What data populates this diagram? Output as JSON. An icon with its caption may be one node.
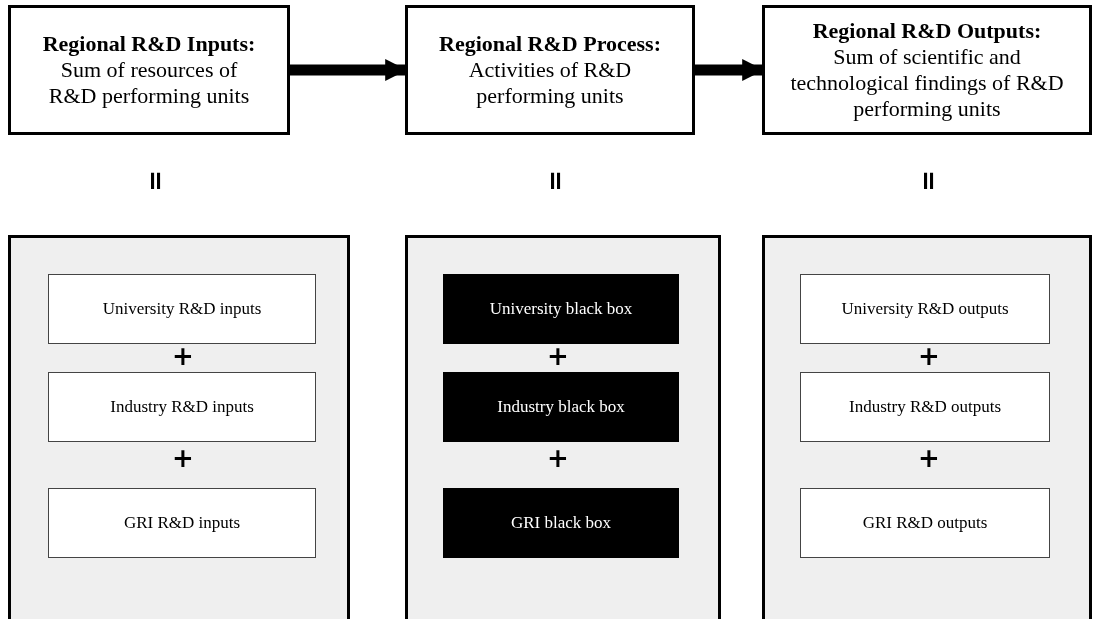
{
  "diagram": {
    "nodes": [
      {
        "text": [
          "Regional R&D Inputs:",
          "Sum of resources of R&D performing units"
        ]
      },
      {
        "text": [
          "Regional R&D Process:",
          "Activities of R&D performing units"
        ]
      },
      {
        "text": [
          "Regional R&D Outputs:",
          "Sum of scientific and technological findings of R&D performing units"
        ]
      },
      {
        "text": [],
        "shape": "box"
      },
      {
        "text": [
          "University R&D inputs"
        ],
        "in": 3
      },
      {
        "text": [
          "Industry R&D inputs"
        ],
        "in": 3
      },
      {
        "text": [
          "GRI R&D inputs"
        ],
        "in": 3
      },
      {
        "text": [],
        "shape": "box"
      },
      {
        "text": [
          "University black box"
        ],
        "in": 7
      },
      {
        "text": [
          "Industry black box"
        ],
        "in": 7
      },
      {
        "text": [
          "GRI black box"
        ],
        "in": 7
      },
      {
        "text": [],
        "shape": "box"
      },
      {
        "text": [
          "University R&D outputs"
        ],
        "in": 11
      },
      {
        "text": [
          "Industry R&D outputs"
        ],
        "in": 11
      },
      {
        "text": [
          "GRI R&D outputs"
        ],
        "in": 11
      }
    ],
    "edges": [
      {
        "from": 0,
        "to": 1,
        "arrow": "to"
      },
      {
        "from": 1,
        "to": 2,
        "arrow": "to"
      }
    ],
    "labels": [
      "=",
      "=",
      "=",
      "+",
      "+",
      "+",
      "+",
      "+",
      "+"
    ]
  }
}
